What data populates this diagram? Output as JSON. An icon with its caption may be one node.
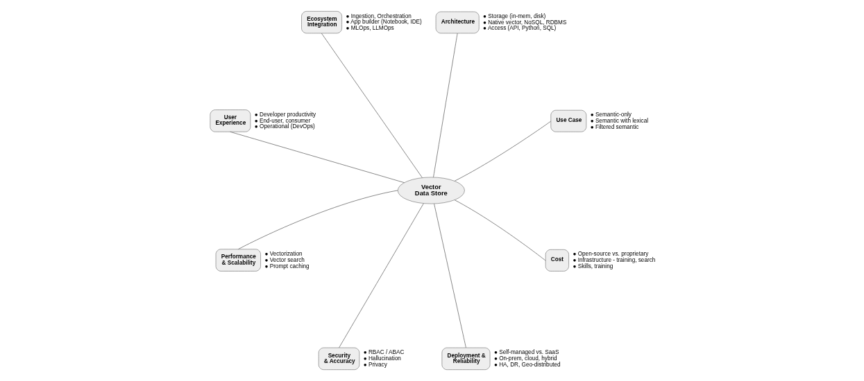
{
  "diagram": {
    "nodes": [
      {
        "text": [
          "Use Case"
        ],
        "beside": [
          "● Semantic-only",
          "● Semantic with lexical",
          "● Filtered semantic"
        ]
      },
      {
        "text": [
          "Architecture"
        ],
        "beside": [
          "● Storage (in-mem, disk)",
          "● Native vector, NoSQL, RDBMS",
          "● Access (API, Python, SQL)"
        ]
      },
      {
        "text": [
          "Ecosystem Integration"
        ],
        "beside": [
          "● Ingestion, Orchestration",
          "● App builder (Notebook, IDE)",
          "● MLOps, LLMOps"
        ]
      },
      {
        "text": [
          "User Experience"
        ],
        "beside": [
          "● Developer productivity",
          "● End-user, consumer",
          "● Operational (DevOps)"
        ]
      },
      {
        "text": [
          "Vector Data Store"
        ]
      },
      {
        "text": [
          "Performance & Scalability"
        ],
        "beside": [
          "● Vectorization",
          "● Vector search",
          "● Prompt caching"
        ]
      },
      {
        "text": [
          "Security & Accuracy"
        ],
        "beside": [
          "● RBAC / ABAC",
          "● Hallucination",
          "● Privacy"
        ]
      },
      {
        "text": [
          "Deployment & Reliability"
        ],
        "beside": [
          "● Self-managed vs. SaaS",
          "● On-prem, cloud, hybrid",
          "● HA, DR, Geo-distributed"
        ]
      },
      {
        "text": [
          "Cost"
        ],
        "beside": [
          "● Open-source vs. proprietary",
          "● Infrastructure - training, search",
          "● Skills, training"
        ]
      }
    ],
    "edges": [
      {
        "from": 4,
        "to": 0,
        "arrow": "none"
      },
      {
        "from": 4,
        "to": 1,
        "arrow": "none"
      },
      {
        "from": 4,
        "to": 2,
        "arrow": "none"
      },
      {
        "from": 4,
        "to": 3,
        "arrow": "none"
      },
      {
        "from": 4,
        "to": 5,
        "arrow": "none"
      },
      {
        "from": 4,
        "to": 6,
        "arrow": "none"
      },
      {
        "from": 4,
        "to": 7,
        "arrow": "none"
      },
      {
        "from": 4,
        "to": 8,
        "arrow": "none"
      }
    ]
  }
}
